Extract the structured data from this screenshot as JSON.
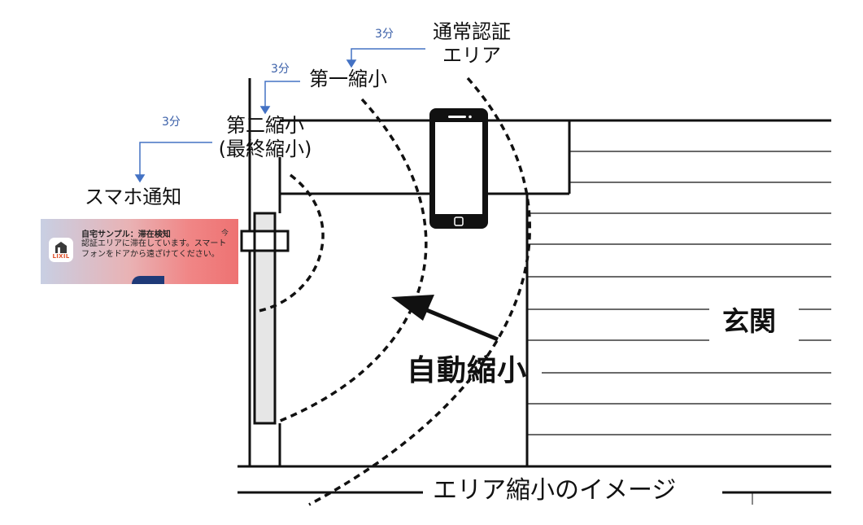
{
  "labels": {
    "normal_area": [
      "通常認証",
      "エリア"
    ],
    "first_shrink": "第一縮小",
    "second_shrink": [
      "第二縮小",
      "(最終縮小)"
    ],
    "smartphone_notice": "スマホ通知",
    "interval": "3分",
    "auto_shrink": "自動縮小",
    "entrance": "玄関",
    "caption": "エリア縮小のイメージ"
  },
  "notification": {
    "title": "自宅サンプル：滞在検知",
    "time": "今",
    "body": "認証エリアに滞在しています。スマートフォンをドアから遠ざけてください。",
    "app_logo_text": "LIXIL",
    "app_icon": "house-icon"
  },
  "colors": {
    "arrow_blue": "#4472c4",
    "line_black": "#111111",
    "door_gray": "#e6e6e6",
    "logo_orange": "#e0502a"
  }
}
